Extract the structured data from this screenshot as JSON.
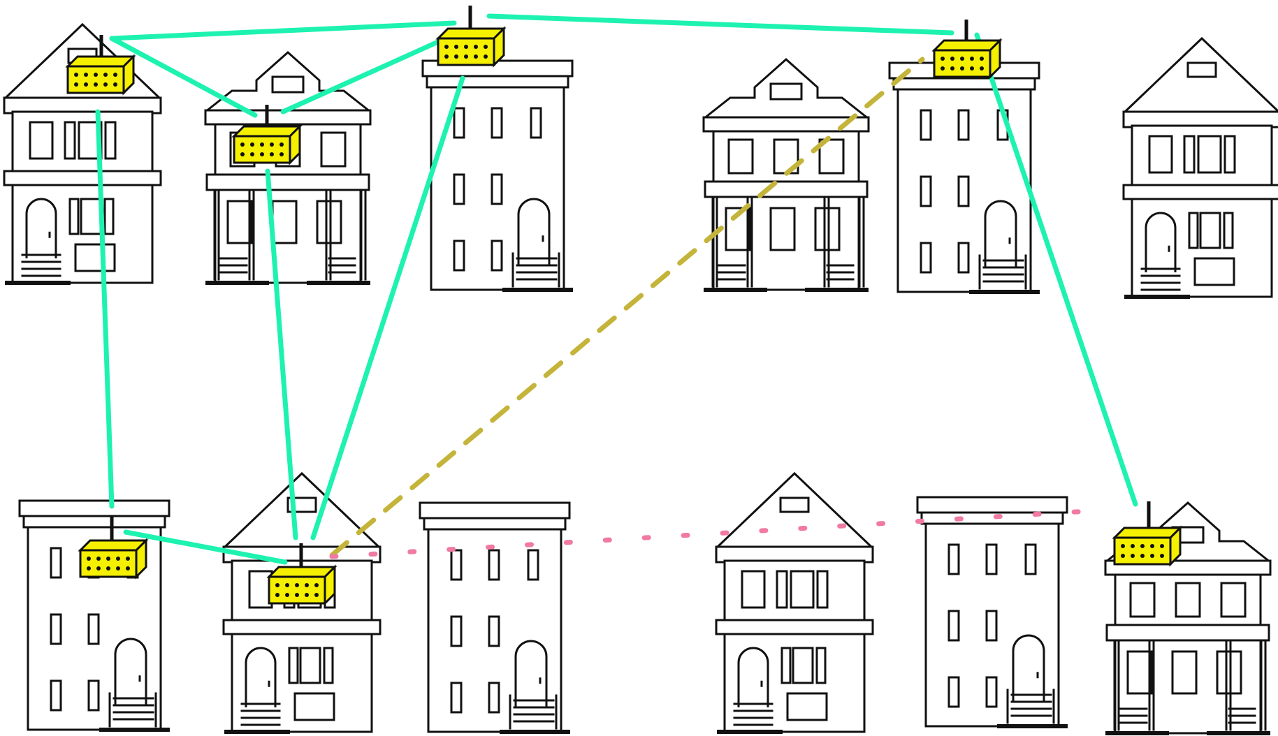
{
  "colors": {
    "background": "#ffffff",
    "outline": "#111111",
    "node_fill": "#f5f000",
    "node_dots": "#111111",
    "strong_link": "#1ef2b0",
    "medium_link": "#c4b43a",
    "weak_link": "#f07aa4"
  },
  "houses": [
    {
      "id": "h1",
      "style": "gable",
      "row": "top"
    },
    {
      "id": "h2",
      "style": "porch",
      "row": "top"
    },
    {
      "id": "h3",
      "style": "tower",
      "row": "top"
    },
    {
      "id": "h4",
      "style": "porch",
      "row": "top"
    },
    {
      "id": "h5",
      "style": "tower",
      "row": "top"
    },
    {
      "id": "h6",
      "style": "gable",
      "row": "top"
    },
    {
      "id": "h7",
      "style": "tower",
      "row": "bottom"
    },
    {
      "id": "h8",
      "style": "gable",
      "row": "bottom"
    },
    {
      "id": "h9",
      "style": "tower",
      "row": "bottom"
    },
    {
      "id": "h10",
      "style": "gable",
      "row": "bottom"
    },
    {
      "id": "h11",
      "style": "tower",
      "row": "bottom"
    },
    {
      "id": "h12",
      "style": "porch",
      "row": "bottom"
    }
  ],
  "nodes": [
    {
      "id": "n1",
      "house": "h1"
    },
    {
      "id": "n2",
      "house": "h2"
    },
    {
      "id": "n3",
      "house": "h3"
    },
    {
      "id": "n4",
      "house": "h5"
    },
    {
      "id": "n5",
      "house": "h7"
    },
    {
      "id": "n6",
      "house": "h8"
    },
    {
      "id": "n7",
      "house": "h12"
    }
  ],
  "links": [
    {
      "from": "n1",
      "to": "n3",
      "kind": "strong"
    },
    {
      "from": "n1",
      "to": "n2",
      "kind": "strong"
    },
    {
      "from": "n2",
      "to": "n3",
      "kind": "strong"
    },
    {
      "from": "n3",
      "to": "n4",
      "kind": "strong"
    },
    {
      "from": "n1",
      "to": "n5",
      "kind": "strong"
    },
    {
      "from": "n2",
      "to": "n6",
      "kind": "strong"
    },
    {
      "from": "n3",
      "to": "n6",
      "kind": "strong"
    },
    {
      "from": "n5",
      "to": "n6",
      "kind": "strong"
    },
    {
      "from": "n4",
      "to": "n7",
      "kind": "strong"
    },
    {
      "from": "n6",
      "to": "n4",
      "kind": "medium"
    },
    {
      "from": "n6",
      "to": "n7",
      "kind": "weak"
    }
  ]
}
